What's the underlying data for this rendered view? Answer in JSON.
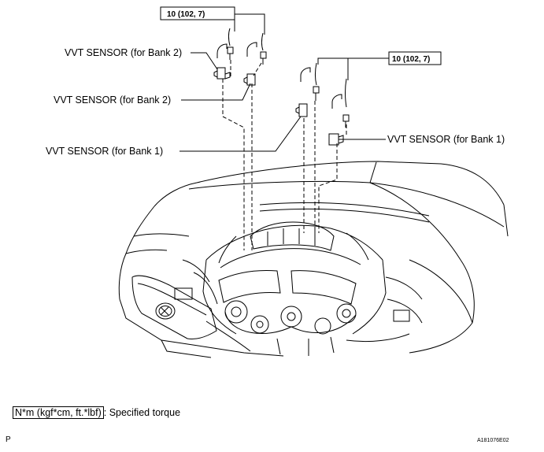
{
  "torque_labels": {
    "left": "10 (102, 7)",
    "right": "10 (102, 7)"
  },
  "callouts": {
    "bank2_upper": "VVT SENSOR (for Bank 2)",
    "bank2_lower": "VVT SENSOR (for Bank 2)",
    "bank1_left": "VVT SENSOR (for Bank 1)",
    "bank1_right": "VVT SENSOR (for Bank 1)"
  },
  "legend": {
    "unit": "N*m (kgf*cm, ft.*lbf)",
    "text": ": Specified torque"
  },
  "footer": {
    "page_letter": "P",
    "figure_code": "A181076E02"
  }
}
